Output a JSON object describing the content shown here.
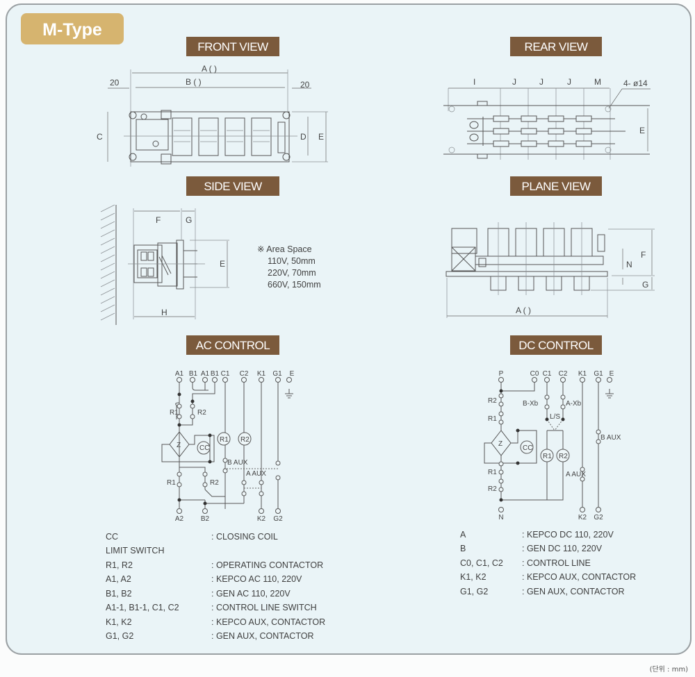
{
  "badge": "M-Type",
  "headers": {
    "front": "FRONT VIEW",
    "rear": "REAR VIEW",
    "side": "SIDE VIEW",
    "plane": "PLANE VIEW",
    "ac": "AC CONTROL",
    "dc": "DC CONTROL"
  },
  "front_view": {
    "A": "A (    )",
    "B": "B (    )",
    "left_margin": "20",
    "right_margin": "20",
    "C": "C",
    "D": "D",
    "E": "E"
  },
  "rear_view": {
    "I": "I",
    "J1": "J",
    "J2": "J",
    "J3": "J",
    "M": "M",
    "holes": "4- ø14",
    "E": "E"
  },
  "side_view": {
    "F": "F",
    "G": "G",
    "E": "E",
    "H": "H"
  },
  "area_space": {
    "title": "※ Area Space",
    "lines": [
      "110V, 50mm",
      "220V, 70mm",
      "660V, 150mm"
    ]
  },
  "plane_view": {
    "A": "A (    )",
    "F": "F",
    "N": "N",
    "G": "G"
  },
  "ac_control": {
    "top_terminals": [
      "A1",
      "B1",
      "A1",
      "B1",
      "C1",
      "C2",
      "K1",
      "G1",
      "E"
    ],
    "bottom_terminals": [
      "A2",
      "B2",
      "K2",
      "G2"
    ],
    "labels": {
      "r1a": "R1",
      "r2a": "R2",
      "r1b": "R1",
      "r2b": "R2",
      "z": "Z",
      "cc": "CC",
      "coil_r1": "R1",
      "coil_r2": "R2",
      "baux": "B AUX",
      "aaux": "A AUX"
    }
  },
  "dc_control": {
    "top_terminals": [
      "P",
      "C0",
      "C1",
      "C2",
      "K1",
      "G1",
      "E"
    ],
    "bottom_terminals": [
      "N",
      "K2",
      "G2"
    ],
    "labels": {
      "r2a": "R2",
      "r1a": "R1",
      "r1b": "R1",
      "r2b": "R2",
      "bxb": "B-Xb",
      "axb": "A-Xb",
      "ls": "L/S",
      "z": "Z",
      "cc": "CC",
      "coil_r1": "R1",
      "coil_r2": "R2",
      "baux": "B AUX",
      "aaux": "A AUX"
    }
  },
  "ac_legend": [
    {
      "key": "CC",
      "value": ": CLOSING COIL"
    },
    {
      "key": "LIMIT SWITCH",
      "value": ""
    },
    {
      "key": "R1, R2",
      "value": ": OPERATING CONTACTOR"
    },
    {
      "key": "A1, A2",
      "value": ": KEPCO AC 110, 220V"
    },
    {
      "key": "B1, B2",
      "value": ": GEN AC 110, 220V"
    },
    {
      "key": "A1-1, B1-1, C1, C2",
      "value": ": CONTROL LINE SWITCH"
    },
    {
      "key": "K1, K2",
      "value": ": KEPCO AUX, CONTACTOR"
    },
    {
      "key": "G1, G2",
      "value": ": GEN AUX, CONTACTOR"
    }
  ],
  "dc_legend": [
    {
      "key": "A",
      "value": ": KEPCO DC 110, 220V"
    },
    {
      "key": "B",
      "value": ": GEN DC 110, 220V"
    },
    {
      "key": "C0, C1, C2",
      "value": ": CONTROL LINE"
    },
    {
      "key": "K1, K2",
      "value": ": KEPCO AUX, CONTACTOR"
    },
    {
      "key": "G1, G2",
      "value": ": GEN AUX, CONTACTOR"
    }
  ],
  "unit_note": "(단위 : mm)",
  "colors": {
    "panel_bg": "#eaf4f7",
    "badge": "#d6b46f",
    "header": "#7b5a3c",
    "line": "#555555"
  }
}
